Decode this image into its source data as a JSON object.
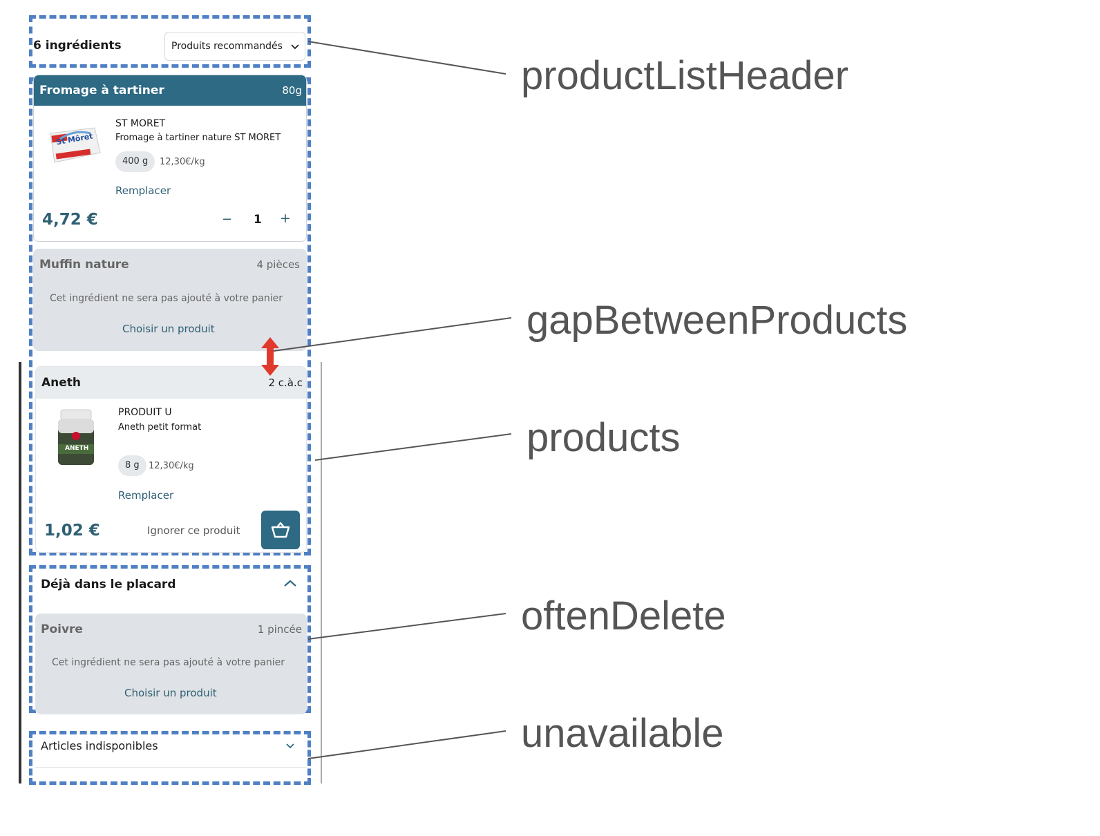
{
  "header": {
    "ingredient_count": "6 ingrédients",
    "sort_select": "Produits recommandés",
    "chevron": "chevron-down-icon"
  },
  "product1": {
    "title": "Fromage à tartiner",
    "amount": "80g",
    "brand": "ST MORET",
    "name": "Fromage à tartiner nature ST MORET",
    "weight": "400 g",
    "unit_price": "12,30€/kg",
    "replace": "Remplacer",
    "price": "4,72 €",
    "minus": "−",
    "qty": "1",
    "plus": "+",
    "image_brand": "St Môret"
  },
  "product2": {
    "title": "Muffin nature",
    "amount": "4 pièces",
    "notice": "Cet ingrédient ne sera pas ajouté à votre panier",
    "choose": "Choisir un produit"
  },
  "product3": {
    "title": "Aneth",
    "amount": "2 c.à.c",
    "brand": "PRODUIT U",
    "name": "Aneth petit format",
    "weight": "8 g",
    "unit_price": "12,30€/kg",
    "replace": "Remplacer",
    "price": "1,02 €",
    "ignore": "Ignorer ce produit",
    "cart_icon": "basket-icon",
    "image_label": "ANETH"
  },
  "often_delete": {
    "title": "Déjà dans le placard",
    "item_title": "Poivre",
    "item_amount": "1 pincée",
    "notice": "Cet ingrédient ne sera pas ajouté à votre panier",
    "choose": "Choisir un produit"
  },
  "unavailable": {
    "title": "Articles indisponibles"
  },
  "annotations": {
    "productListHeader": "productListHeader",
    "gapBetweenProducts": "gapBetweenProducts",
    "products": "products",
    "oftenDelete": "oftenDelete",
    "unavailable": "unavailable"
  },
  "colors": {
    "dash": "#4f80c4",
    "teal": "#2e6a83",
    "arrow": "#e03a2e",
    "gray_card": "#dfe2e6"
  }
}
